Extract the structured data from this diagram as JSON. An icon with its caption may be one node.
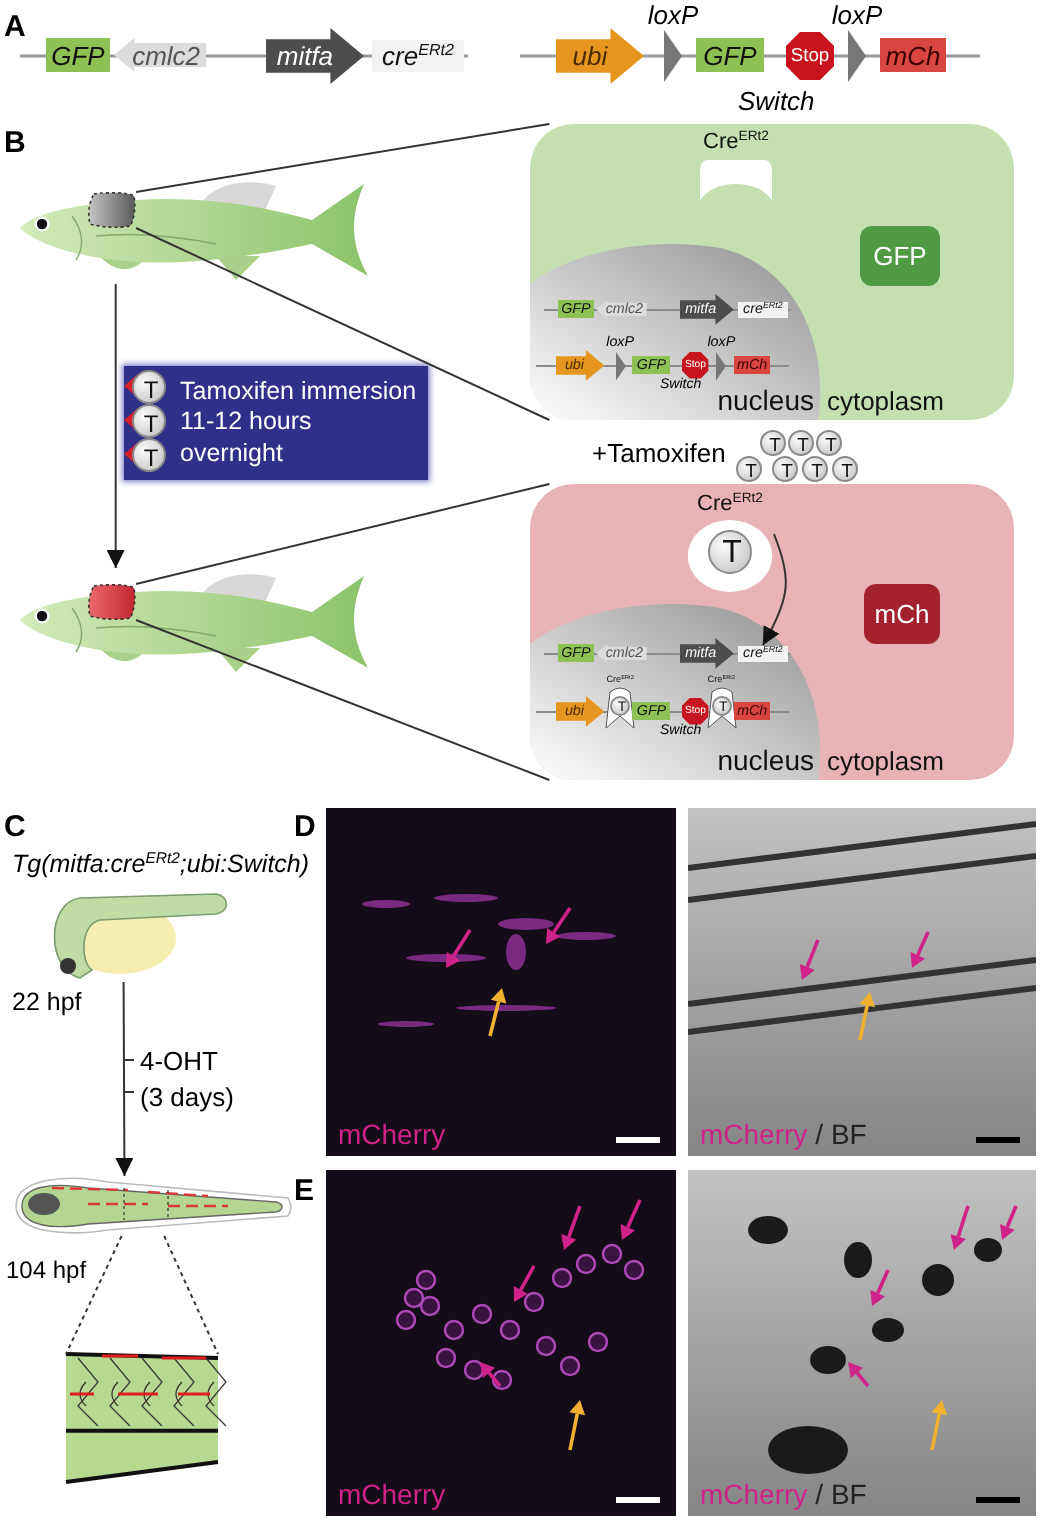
{
  "diagram": {
    "nodes": [
      {
        "text": [
          "GFP"
        ]
      },
      {
        "text": [
          "cmlc2"
        ]
      },
      {
        "text": [
          "mitfa"
        ]
      },
      {
        "text": [
          "cre$^{ERt2}$"
        ]
      },
      {
        "text": [
          "ubi"
        ]
      },
      {
        "text": [],
        "shape": "triangle",
        "beside": [
          "loxP"
        ]
      },
      {
        "text": [
          "GFP"
        ]
      },
      {
        "text": [
          "Stop"
        ]
      },
      {
        "text": [],
        "shape": "triangle",
        "beside": [
          "loxP"
        ]
      },
      {
        "text": [
          "mCh"
        ]
      },
      {
        "text": [],
        "shape": "picture"
      },
      {
        "text": [],
        "shape": "box",
        "in": 10
      },
      {
        "text": [
          "cytoplasm"
        ]
      },
      {
        "text": [
          "Cre$^{ERt2}$"
        ],
        "in": 12
      },
      {
        "text": [
          "GFP"
        ],
        "in": 12
      },
      {
        "text": [
          "nucleus"
        ],
        "in": 12
      },
      {
        "text": [
          "GFP"
        ],
        "in": 15
      },
      {
        "text": [
          "cmlc2"
        ],
        "in": 15
      },
      {
        "text": [
          "mitfa"
        ],
        "in": 15
      },
      {
        "text": [
          "cre$^{ERt2}$"
        ],
        "in": 15
      },
      {
        "text": [
          "ubi"
        ],
        "in": 15
      },
      {
        "text": [],
        "shape": "triangle",
        "beside": [
          "loxP"
        ],
        "in": 15
      },
      {
        "text": [
          "GFP"
        ],
        "in": 15
      },
      {
        "text": [
          "Stop"
        ],
        "in": 15
      },
      {
        "text": [],
        "shape": "triangle",
        "beside": [
          "loxP"
        ],
        "in": 15
      },
      {
        "text": [
          "mCh"
        ],
        "in": 15
      },
      {
        "text": [
          "Tamoxifen immersion 11-12 hours overnight"
        ]
      },
      {
        "text": [
          "T"
        ],
        "in": 26
      },
      {
        "text": [
          "T"
        ],
        "in": 26
      },
      {
        "text": [
          "T"
        ],
        "in": 26
      },
      {
        "text": [],
        "shape": "picture"
      },
      {
        "text": [],
        "shape": "box",
        "in": 30
      },
      {
        "text": [
          "cytoplasm"
        ]
      },
      {
        "text": [
          "Cre$^{ERt2}$"
        ],
        "in": 32
      },
      {
        "text": [
          "T"
        ],
        "in": 33
      },
      {
        "text": [
          "mCh"
        ],
        "in": 32
      },
      {
        "text": [
          "nucleus"
        ],
        "in": 32
      },
      {
        "text": [
          "GFP"
        ],
        "in": 36
      },
      {
        "text": [
          "cmlc2"
        ],
        "in": 36
      },
      {
        "text": [
          "mitfa"
        ],
        "in": 36
      },
      {
        "text": [
          "cre$^{ERt2}$"
        ],
        "in": 36
      },
      {
        "text": [
          "ubi"
        ],
        "in": 36
      },
      {
        "text": [
          "Cre$^{ERt2}$"
        ],
        "in": 36
      },
      {
        "text": [
          "T"
        ],
        "in": 42
      },
      {
        "text": [
          "GFP"
        ],
        "in": 36
      },
      {
        "text": [
          "Stop"
        ],
        "in": 36
      },
      {
        "text": [
          "Cre$^{ERt2}$"
        ],
        "in": 36
      },
      {
        "text": [
          "T"
        ],
        "in": 46
      },
      {
        "text": [
          "mCh"
        ],
        "in": 36
      },
      {
        "text": [
          "T"
        ]
      },
      {
        "text": [
          "T"
        ]
      },
      {
        "text": [
          "T"
        ]
      },
      {
        "text": [
          "T"
        ]
      },
      {
        "text": [
          "T"
        ]
      },
      {
        "text": [
          "T"
        ]
      },
      {
        "text": [
          "T"
        ]
      },
      {
        "text": [],
        "shape": "picture",
        "beside": [
          "22 hpf"
        ]
      },
      {
        "text": [],
        "shape": "picture",
        "beside": [
          "104 hpf"
        ]
      },
      {
        "text": [],
        "shape": "picture"
      },
      {
        "text": [
          "mCherry"
        ]
      },
      {
        "text": [
          "mCherry",
          "/ BF"
        ]
      },
      {
        "text": [
          "mCherry"
        ]
      },
      {
        "text": [
          "mCherry",
          "/ BF"
        ]
      }
    ],
    "edges": [
      {
        "from": 11,
        "to": 12,
        "arrow": "none"
      },
      {
        "from": 11,
        "to": 12,
        "arrow": "none"
      },
      {
        "from": 31,
        "to": 32,
        "arrow": "none"
      },
      {
        "from": 31,
        "to": 32,
        "arrow": "none"
      },
      {
        "from": 10,
        "to": 30,
        "arrow": "to"
      },
      {
        "from": 33,
        "to": 40,
        "arrow": "to"
      },
      {
        "from": 56,
        "to": 57,
        "arrow": "to",
        "label": "4-OHT (3 days)"
      },
      {
        "from": 57,
        "to": 58,
        "arrow": "none",
        "style": "dashed"
      },
      {
        "from": 57,
        "to": 58,
        "arrow": "none",
        "style": "dashed"
      }
    ],
    "labels": [
      "A",
      "Switch",
      "B",
      "Switch",
      "+Tamoxifen",
      "Switch",
      "C",
      "Tg(mitfa:cre$^{ERt2}$;ubi:Switch)",
      "D",
      "E"
    ]
  }
}
